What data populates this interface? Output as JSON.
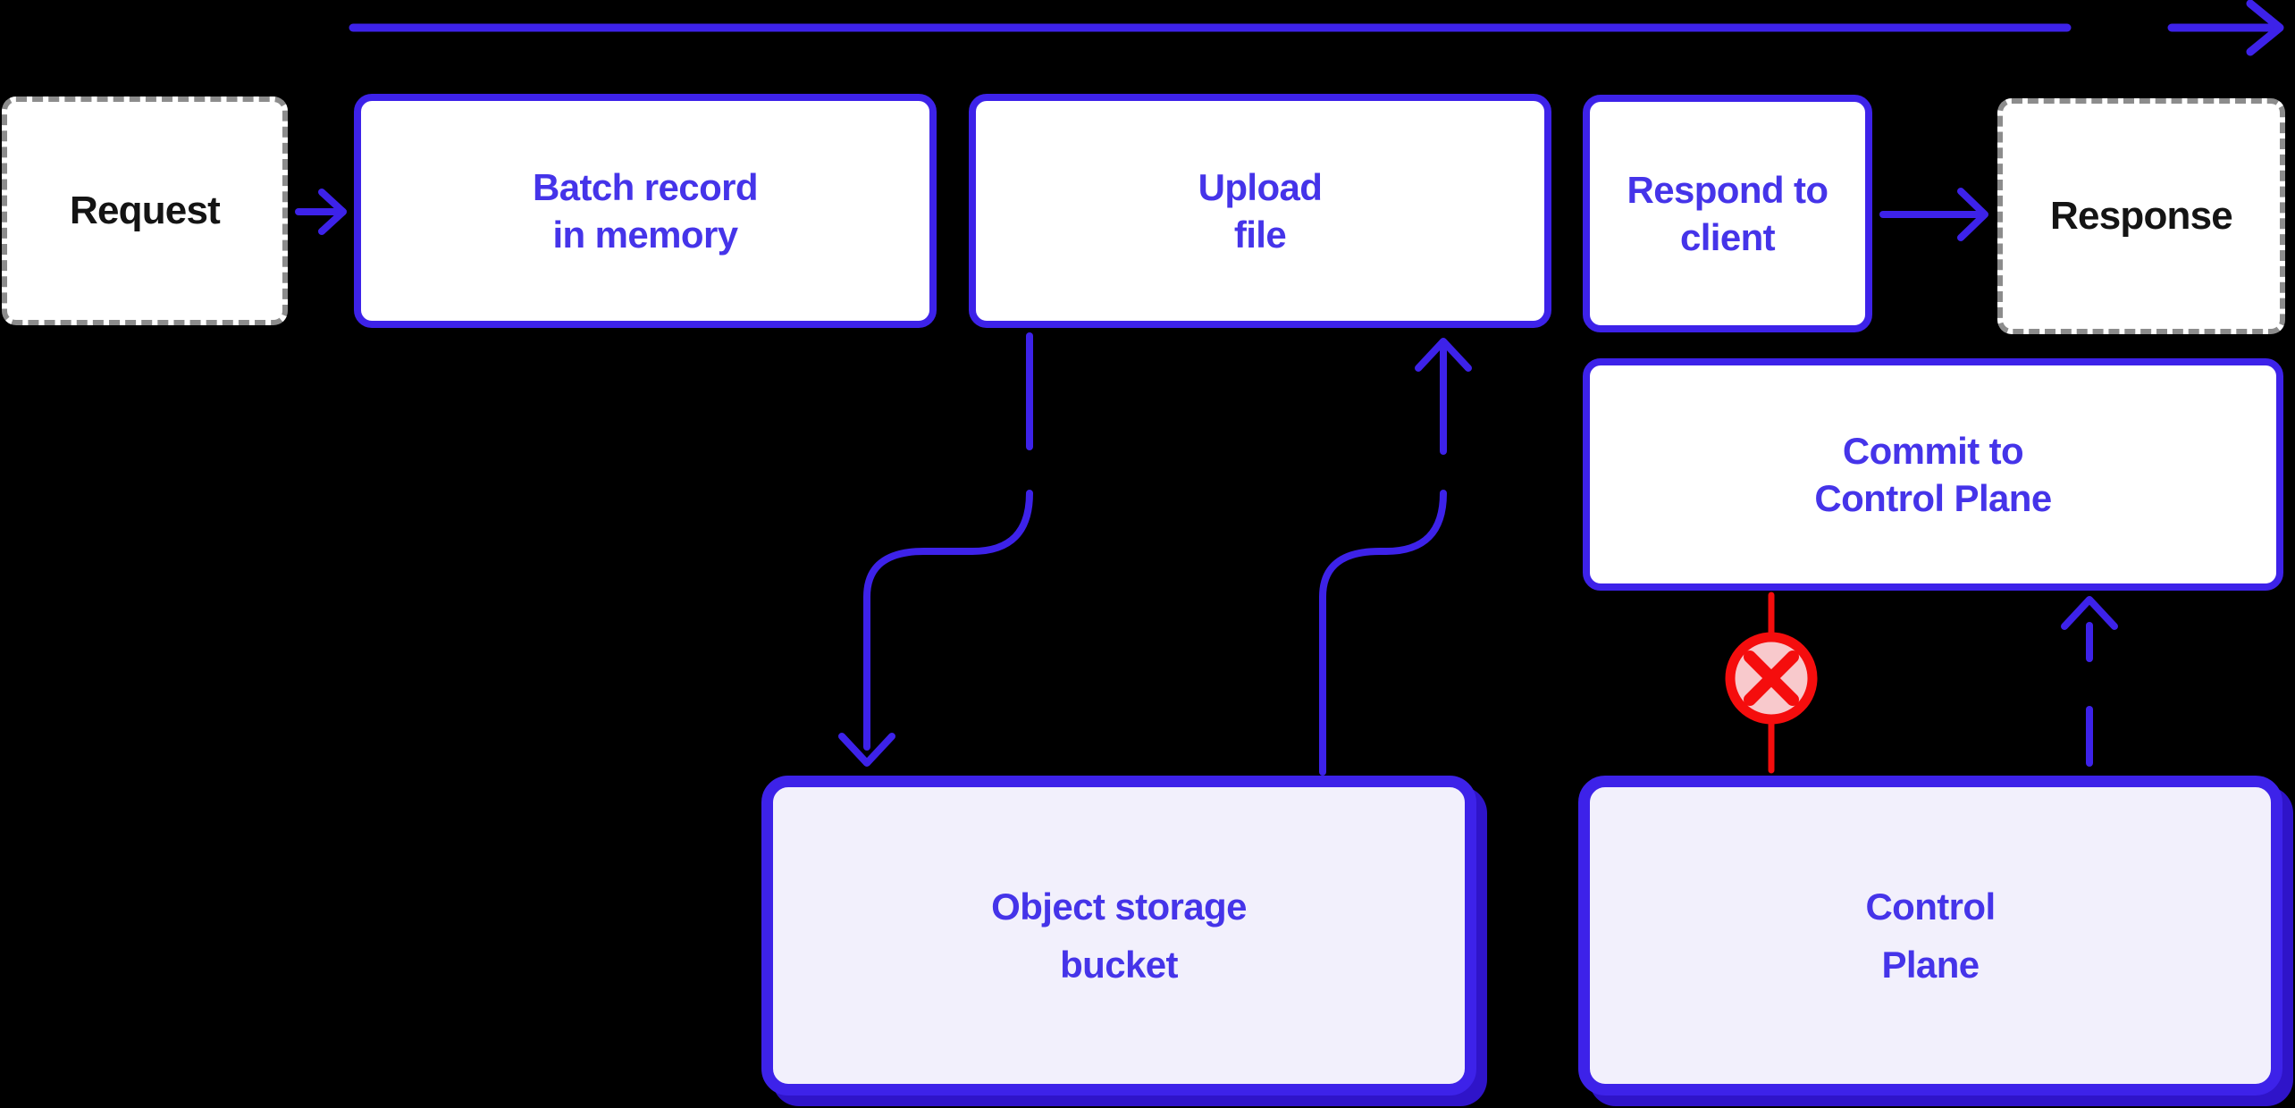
{
  "diagram": {
    "nodes": {
      "request": {
        "label": "Request"
      },
      "batch_record": {
        "label": "Batch record\nin memory"
      },
      "upload_file": {
        "label": "Upload\nfile"
      },
      "respond_to_client": {
        "label": "Respond to\nclient"
      },
      "response": {
        "label": "Response"
      },
      "commit_control_plane": {
        "label": "Commit to\nControl Plane"
      },
      "object_storage_bucket": {
        "label": "Object storage\nbucket"
      },
      "control_plane": {
        "label": "Control\nPlane"
      }
    },
    "icons": {
      "error": "x-circle-icon"
    },
    "colors": {
      "accent_blue": "#3d22e9",
      "text_blue": "#4534e9",
      "shadow_blue": "#2f14c9",
      "node_fill_light": "#f2f0fc",
      "node_fill_white": "#ffffff",
      "dashed_gray": "#8c8c8c",
      "error_red": "#f50d0d",
      "error_fill": "#f8c9cc",
      "label_dark": "#141414",
      "background": "#000000"
    }
  }
}
